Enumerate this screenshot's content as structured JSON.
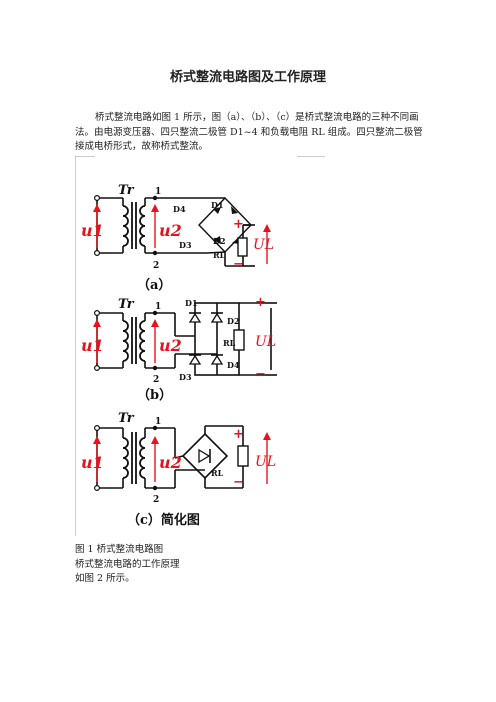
{
  "document": {
    "title": "桥式整流电路图及工作原理",
    "intro": "桥式整流电路如图 1 所示，图（a）、（b）、（c）是桥式整流电路的三种不同画法。由电源变压器、四只整流二极管 D1~4 和负载电阻 RL 组成。四只整流二极管接成电桥形式，故称桥式整流。",
    "caption_lines": [
      "图 1  桥式整流电路图",
      "桥式整流电路的工作原理",
      "如图 2 所示。"
    ]
  },
  "figure": {
    "panels": [
      {
        "label": "（a）",
        "transformer": "Tr",
        "u1": "u1",
        "u2": "u2",
        "node_top": "1",
        "node_bottom": "2",
        "diodes": [
          "D4",
          "D1",
          "D3",
          "D2"
        ],
        "load": "RL",
        "output": "UL",
        "plus": "+",
        "minus": "−"
      },
      {
        "label": "（b）",
        "transformer": "Tr",
        "u1": "u1",
        "u2": "u2",
        "node_top": "1",
        "node_bottom": "2",
        "diodes": [
          "D1",
          "D2",
          "D3",
          "D4"
        ],
        "load": "RL",
        "output": "UL",
        "plus": "+",
        "minus": "−"
      },
      {
        "label": "（c）简化图",
        "transformer": "Tr",
        "u1": "u1",
        "u2": "u2",
        "node_top": "1",
        "node_bottom": "2",
        "load": "RL",
        "output": "UL",
        "plus": "+",
        "minus": "−"
      }
    ],
    "colors": {
      "red": "#e8121c",
      "line": "#111111"
    }
  }
}
